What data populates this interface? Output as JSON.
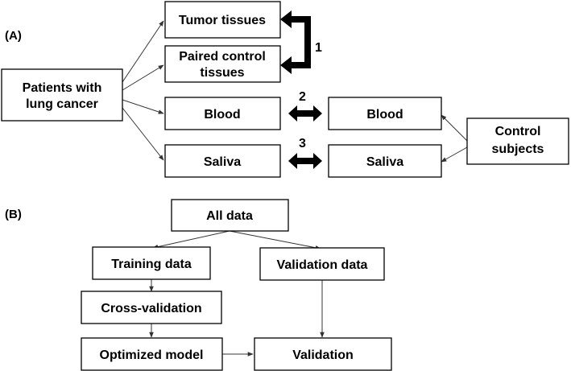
{
  "panel_a": {
    "label": "(A)",
    "patients": [
      "Patients with",
      "lung cancer"
    ],
    "tumor": "Tumor tissues",
    "paired": [
      "Paired control",
      "tissues"
    ],
    "blood_left": "Blood",
    "saliva_left": "Saliva",
    "blood_right": "Blood",
    "saliva_right": "Saliva",
    "control": [
      "Control",
      "subjects"
    ],
    "comparisons": [
      "1",
      "2",
      "3"
    ]
  },
  "panel_b": {
    "label": "(B)",
    "all_data": "All data",
    "training": "Training data",
    "validation_data": "Validation data",
    "cross_validation": "Cross-validation",
    "optimized": "Optimized model",
    "validation": "Validation"
  }
}
